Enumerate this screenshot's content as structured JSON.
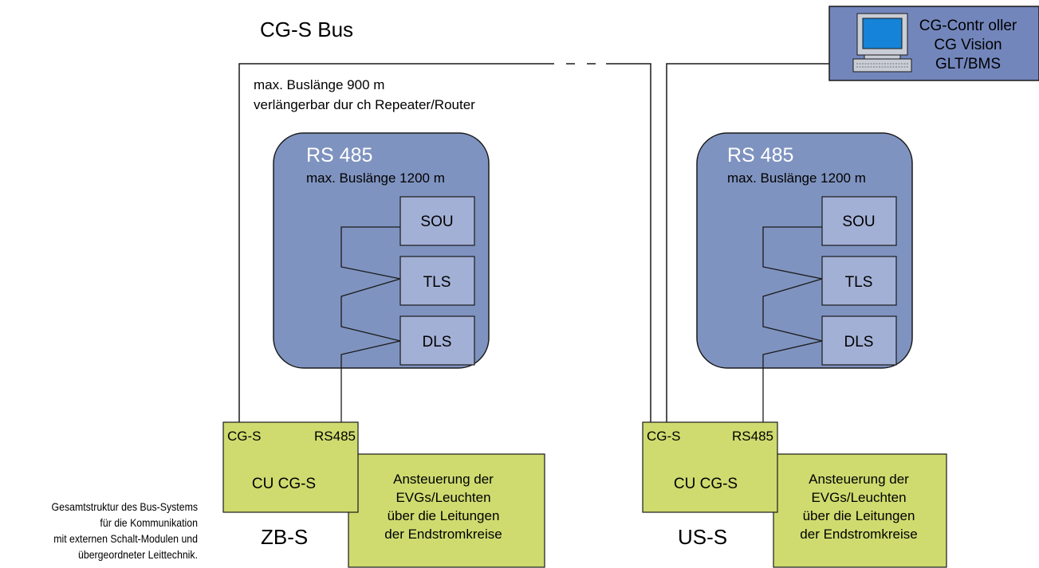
{
  "bus": {
    "title": "CG-S Bus",
    "length_note": "max. Buslänge 900 m",
    "extension_note": "verlängerbar dur ch Repeater/Router"
  },
  "controller": {
    "lines": [
      "CG-Contr oller",
      "CG Vision",
      "GLT/BMS"
    ],
    "icon": "computer-icon"
  },
  "segments": [
    {
      "rs_title": "RS 485",
      "rs_length": "max. Buslänge  1200 m",
      "modules": [
        "SOU",
        "TLS",
        "DLS"
      ],
      "cu_port_left": "CG-S",
      "cu_port_right": "RS485",
      "cu_label": "CU CG-S",
      "control_text": [
        "Ansteuerung der",
        "EVGs/Leuchten",
        "über die Leitungen",
        "der Endstromkreise"
      ],
      "name": "ZB-S"
    },
    {
      "rs_title": "RS 485",
      "rs_length": "max. Buslänge 1200 m",
      "modules": [
        "SOU",
        "TLS",
        "DLS"
      ],
      "cu_port_left": "CG-S",
      "cu_port_right": "RS485",
      "cu_label": "CU CG-S",
      "control_text": [
        "Ansteuerung der",
        "EVGs/Leuchten",
        "über die Leitungen",
        "der Endstromkreise"
      ],
      "name": "US-S"
    }
  ],
  "caption": [
    "Gesamtstruktur des Bus-Systems",
    "für die Kommunikation",
    "mit externen Schalt-Modulen und",
    "übergeordneter Leittechnik."
  ],
  "colors": {
    "rs_box": "#7f93c0",
    "module": "#a3b0d6",
    "cu": "#cfdb6f",
    "controller": "#7386bc",
    "screen": "#1583d8",
    "line": "#1a1a1a"
  }
}
